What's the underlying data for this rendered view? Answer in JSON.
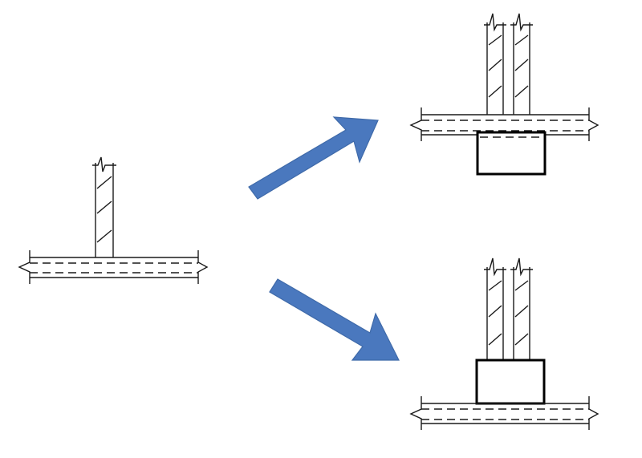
{
  "colors": {
    "arrow_fill": "#4a78be",
    "arrow_stroke": "#3f6aa9",
    "line": "#1a1a1a",
    "block": "#000000",
    "background": "#ffffff"
  },
  "panels": [
    {
      "id": "original",
      "walls": 1,
      "added_block": "none"
    },
    {
      "id": "variant-top",
      "walls": 2,
      "added_block": "below-slab"
    },
    {
      "id": "variant-bottom",
      "walls": 2,
      "added_block": "above-slab"
    }
  ],
  "arrows": [
    {
      "id": "arrow-up-right",
      "direction": "up-right"
    },
    {
      "id": "arrow-down-right",
      "direction": "down-right"
    }
  ]
}
